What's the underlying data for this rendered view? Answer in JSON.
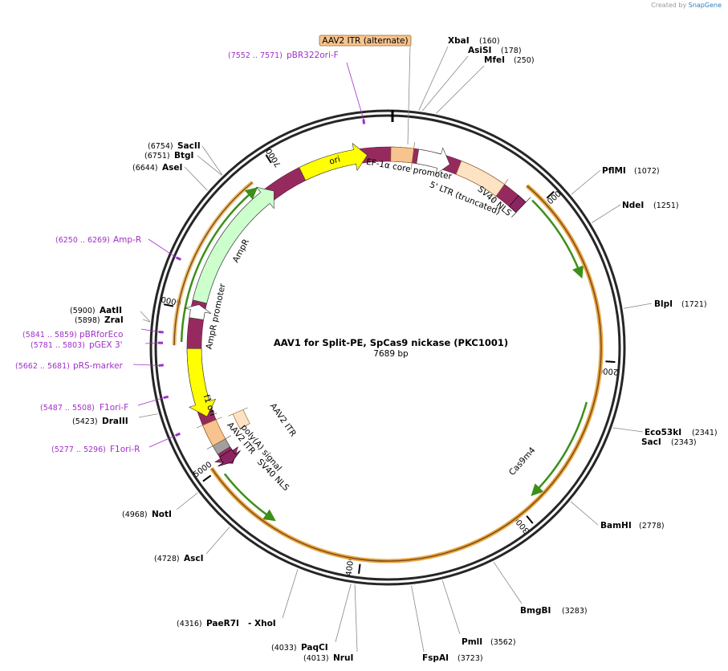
{
  "credit": {
    "prefix": "Created by",
    "brand": "SnapGene"
  },
  "plasmid": {
    "name": "AAV1 for Split-PE, SpCas9 nickase (PKC1001)",
    "length_label": "7689 bp",
    "length_bp": 7689
  },
  "ticks": [
    "1000",
    "2000",
    "3000",
    "4000",
    "5000",
    "6000",
    "7000"
  ],
  "sites": [
    {
      "name": "XbaI",
      "pos": "(160)"
    },
    {
      "name": "AsiSI",
      "pos": "(178)"
    },
    {
      "name": "MfeI",
      "pos": "(250)"
    },
    {
      "name": "PflMI",
      "pos": "(1072)"
    },
    {
      "name": "NdeI",
      "pos": "(1251)"
    },
    {
      "name": "BlpI",
      "pos": "(1721)"
    },
    {
      "name": "Eco53kI",
      "pos": "(2341)"
    },
    {
      "name": "SacI",
      "pos": "(2343)"
    },
    {
      "name": "BamHI",
      "pos": "(2778)"
    },
    {
      "name": "BmgBI",
      "pos": "(3283)"
    },
    {
      "name": "PmlI",
      "pos": "(3562)"
    },
    {
      "name": "FspAI",
      "pos": "(3723)"
    },
    {
      "name": "NruI",
      "pos": "(4013)"
    },
    {
      "name": "PaqCI",
      "pos": "(4033)"
    },
    {
      "name": "PaeR7I",
      "pos": "(4316)"
    },
    {
      "name": "- XhoI",
      "pos": ""
    },
    {
      "name": "AscI",
      "pos": "(4728)"
    },
    {
      "name": "NotI",
      "pos": "(4968)"
    },
    {
      "name": "DraIII",
      "pos": "(5423)"
    },
    {
      "name": "ZraI",
      "pos": "(5898)"
    },
    {
      "name": "AatII",
      "pos": "(5900)"
    },
    {
      "name": "AseI",
      "pos": "(6644)"
    },
    {
      "name": "BtgI",
      "pos": "(6751)"
    },
    {
      "name": "SacII",
      "pos": "(6754)"
    }
  ],
  "primers": [
    {
      "name": "pBR322ori-F",
      "pos": "(7552 .. 7571)"
    },
    {
      "name": "Amp-R",
      "pos": "(6250 .. 6269)"
    },
    {
      "name": "pBRforEco",
      "pos": "(5841 .. 5859)"
    },
    {
      "name": "pGEX 3'",
      "pos": "(5781 .. 5803)"
    },
    {
      "name": "pRS-marker",
      "pos": "(5662 .. 5681)"
    },
    {
      "name": "F1ori-F",
      "pos": "(5487 .. 5508)"
    },
    {
      "name": "F1ori-R",
      "pos": "(5277 .. 5296)"
    }
  ],
  "features": [
    {
      "name": "AAV2 ITR (alternate)",
      "color": "#f7c38e"
    },
    {
      "name": "ori",
      "color": "#ffff00"
    },
    {
      "name": "EF-1α core promoter",
      "color": "#ffffff"
    },
    {
      "name": "5' LTR (truncated)",
      "color": "#fde2c3"
    },
    {
      "name": "SV40 NLS",
      "color": "#8b2561"
    },
    {
      "name": "Cas9m4",
      "color": "#962a5f"
    },
    {
      "name": "AmpR",
      "color": "#ccffcc"
    },
    {
      "name": "AmpR promoter",
      "color": "#ffffff"
    },
    {
      "name": "f1 ori",
      "color": "#ffff00"
    },
    {
      "name": "AAV2 ITR",
      "color": "#fde2c3"
    },
    {
      "name": "poly(A) signal",
      "color": "#a0a0a0"
    },
    {
      "name": "AAV2 ITR",
      "color": "#f7c38e"
    },
    {
      "name": "SV40 NLS",
      "color": "#8b2561"
    }
  ],
  "colors": {
    "backbone": "#262626",
    "primer": "#a12ec9",
    "orf_outline": "#e8a640",
    "orf_inner": "#7a4a18",
    "orf_arrow": "#3d8f1a"
  }
}
